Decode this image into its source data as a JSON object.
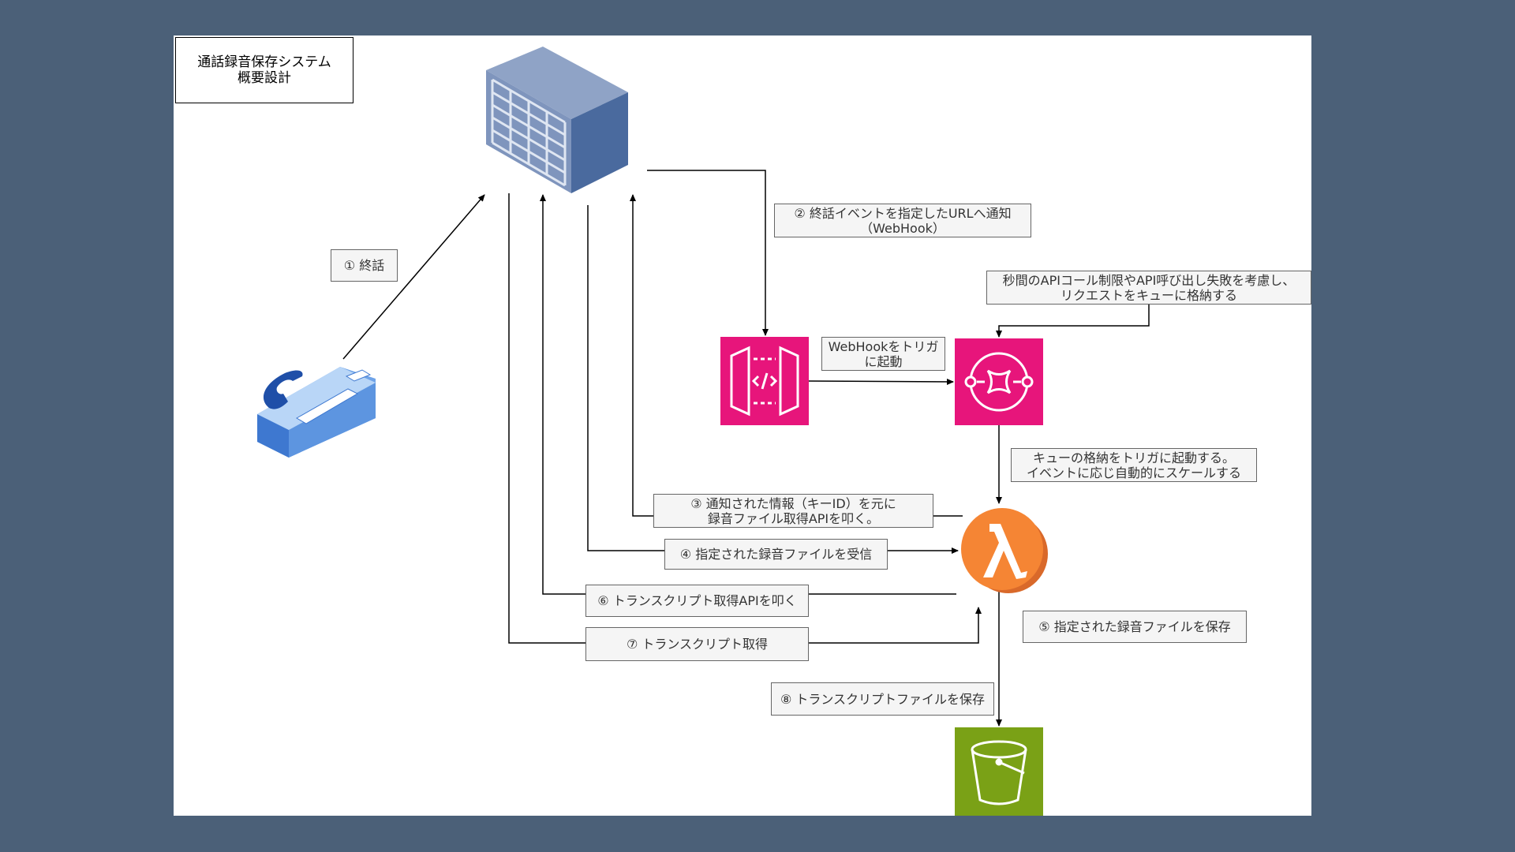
{
  "title": "通話録音保存システム\n概要設計",
  "colors": {
    "background": "#4b6078",
    "api_gateway": "#e7157b",
    "sqs": "#e7157b",
    "lambda": "#f58534",
    "s3": "#7aa116"
  },
  "icons": {
    "phone": "telephone-icon",
    "server": "server-icon",
    "api_gateway": "api-gateway-icon",
    "sqs": "sqs-queue-icon",
    "lambda": "lambda-icon",
    "s3": "s3-bucket-icon"
  },
  "labels": {
    "step1": "① 終話",
    "step2": "② 終話イベントを指定したURLへ通知\n（WebHook）",
    "queue_note": "秒間のAPIコール制限やAPI呼び出し失敗を考慮し、\nリクエストをキューに格納する",
    "webhook_trigger": "WebHookをトリガ\nに起動",
    "lambda_trigger": "キューの格納をトリガに起動する。\nイベントに応じ自動的にスケールする",
    "step3": "③ 通知された情報（キーID）を元に\n録音ファイル取得APIを叩く。",
    "step4": "④ 指定された録音ファイルを受信",
    "step5": "⑤ 指定された録音ファイルを保存",
    "step6": "⑥ トランスクリプト取得APIを叩く",
    "step7": "⑦ トランスクリプト取得",
    "step8": "⑧ トランスクリプトファイルを保存"
  }
}
